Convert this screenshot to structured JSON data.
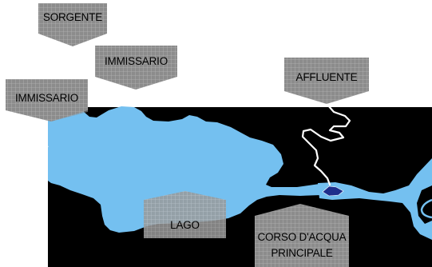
{
  "labels": {
    "source": "SORGENTE",
    "inflow_top": "IMMISSARIO",
    "inflow_left": "IMMISSARIO",
    "tributary": "AFFLUENTE",
    "lake": "LAGO",
    "main_course_line1": "CORSO D'ACQUA",
    "main_course_line2": "PRINCIPALE"
  },
  "colors": {
    "ground": "#000000",
    "water": "#74c0f0",
    "tributary_stream": "#ffffff",
    "main_channel_highlight": "#1e2f8c",
    "label_fill": "#8c8c8c",
    "label_grid": "#b4b4b4"
  }
}
